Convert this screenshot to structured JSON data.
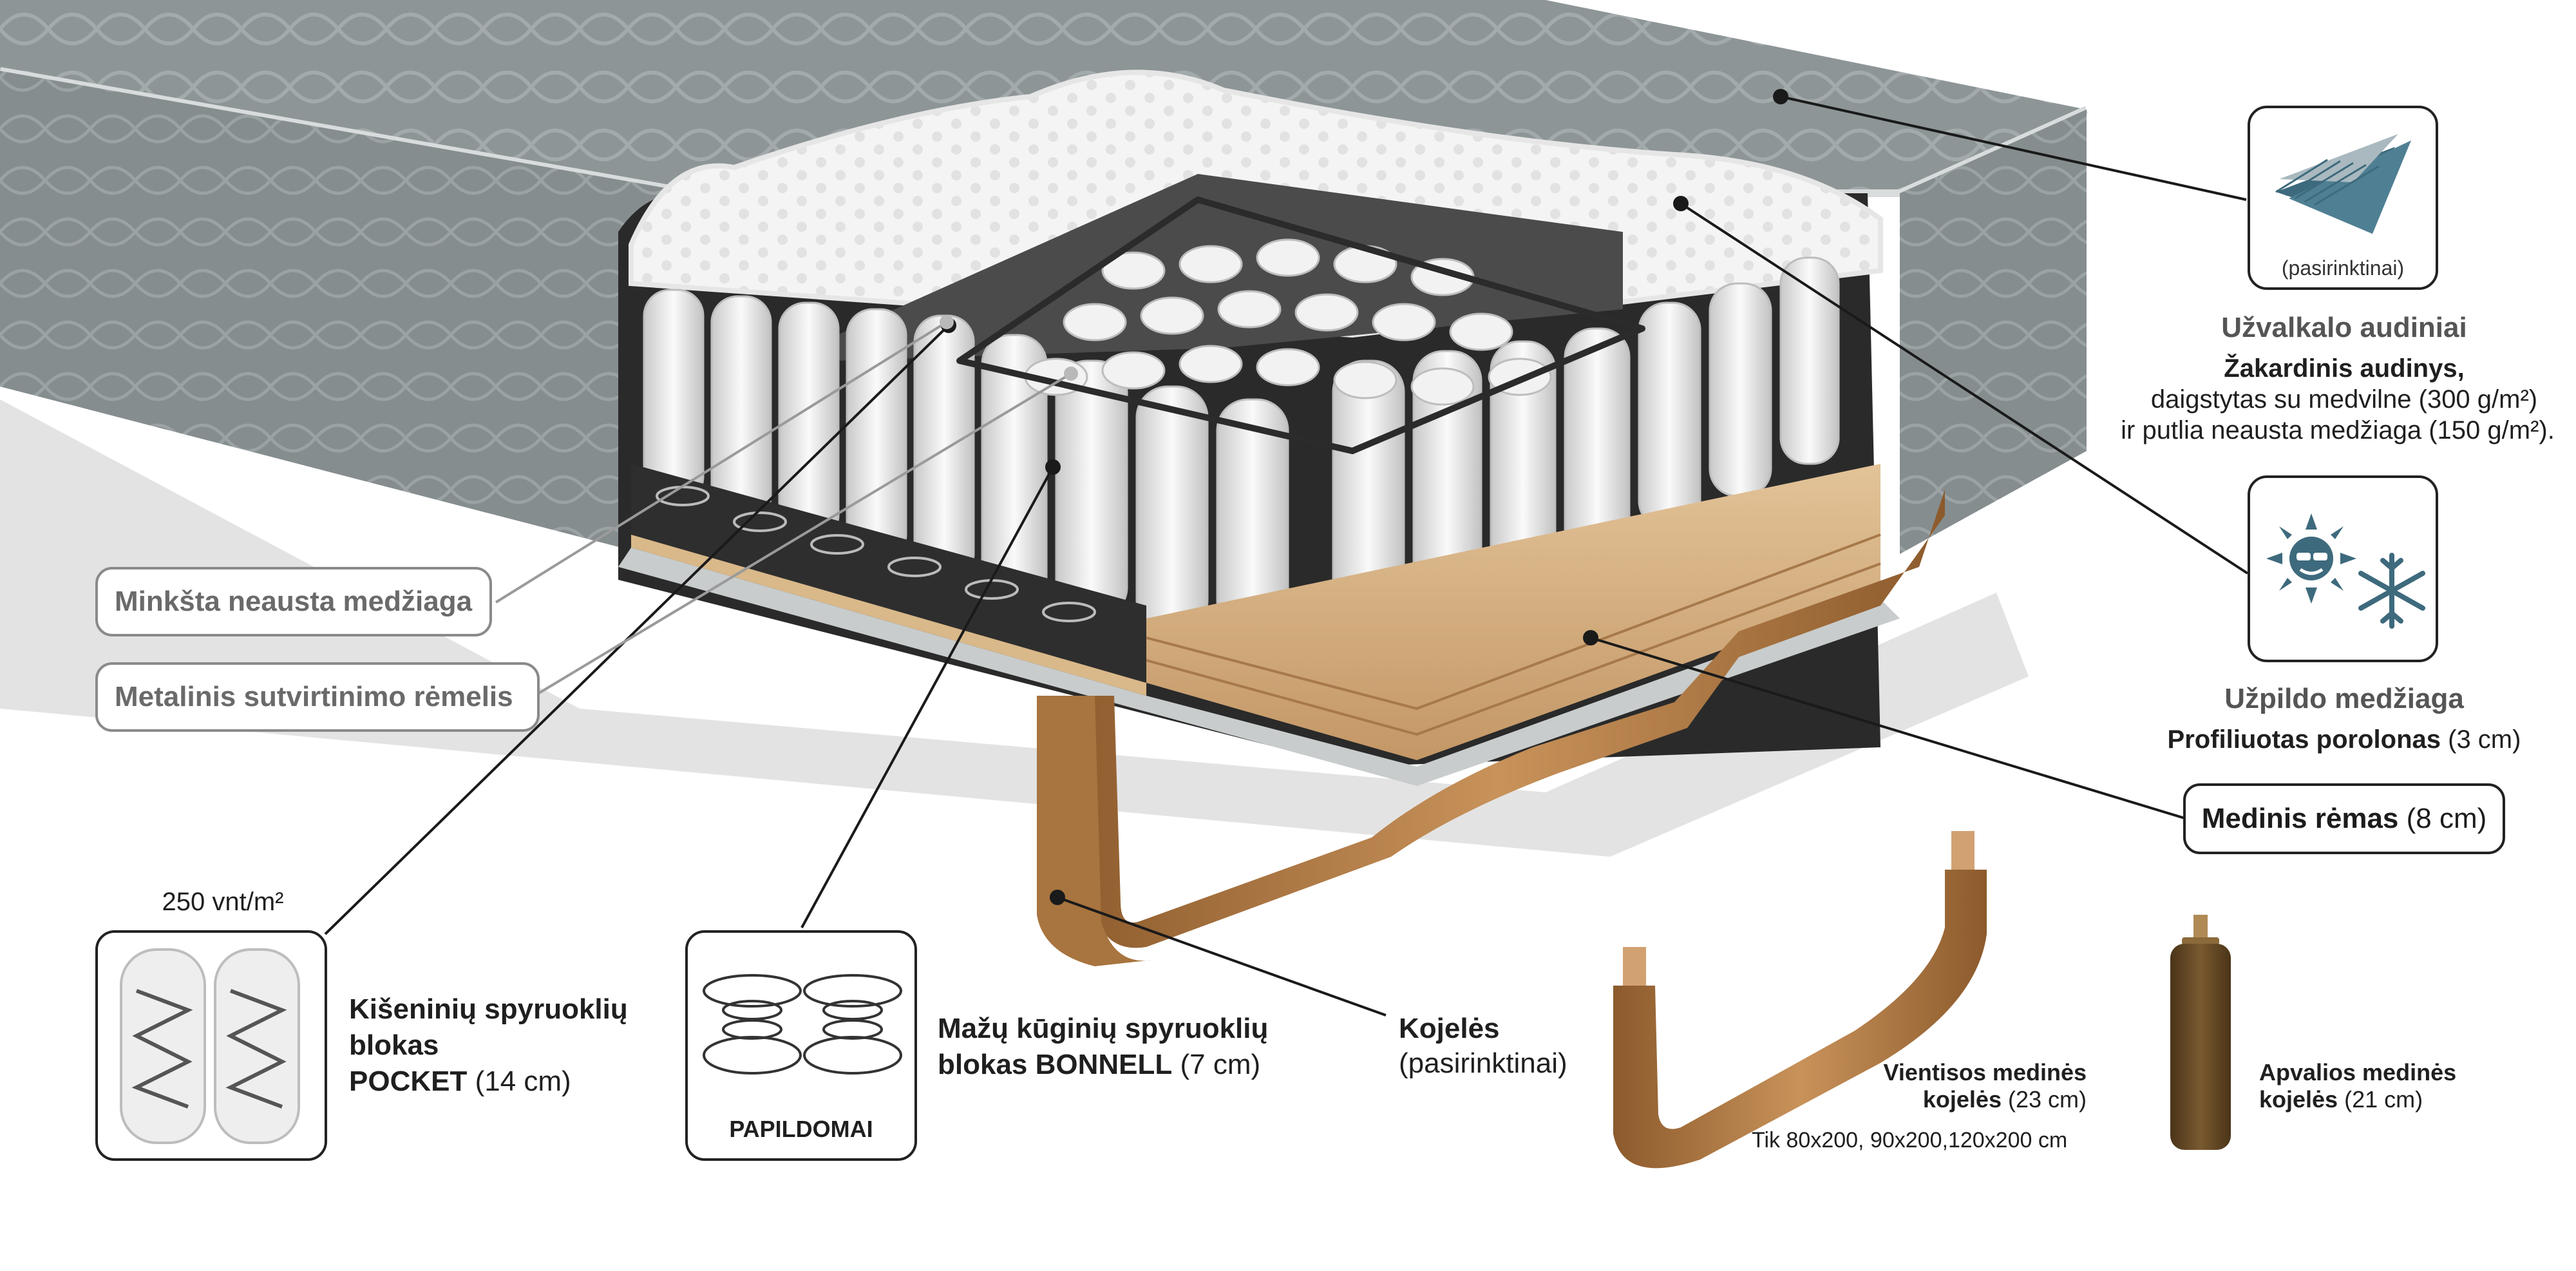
{
  "icons": {
    "fabric": "fabric-layers-icon",
    "sun": "sun-icon",
    "snowflake": "snowflake-icon",
    "pocket": "pocket-spring-icon",
    "bonnell": "bonnell-spring-icon"
  },
  "colors": {
    "fabric_gray": "#8c9496",
    "icon_blue": "#3e6a7d",
    "wood": "#c8925a",
    "leader": "#1a1a1a"
  },
  "labels": {
    "cover": {
      "note": "(pasirinktinai)",
      "title": "Užvalkalo audiniai",
      "line1": "Žakardinis audinys,",
      "line2": "daigstytas su medvilne (300 g/m²)",
      "line3": "ir putlia neausta medžiaga (150 g/m²)."
    },
    "filling": {
      "title": "Užpildo medžiaga",
      "desc_bold": "Profiliuotas porolonas",
      "desc_rest": " (3 cm)"
    },
    "frame": {
      "name": "Medinis rėmas",
      "size": " (8 cm)"
    },
    "soft": "Minkšta neausta medžiaga",
    "metal": "Metalinis sutvirtinimo rėmelis",
    "pocket": {
      "density": "250 vnt/m²",
      "line1": "Kišeninių spyruoklių",
      "line2": "blokas",
      "line3_bold": "POCKET",
      "line3_rest": " (14 cm)"
    },
    "bonnell": {
      "badge": "PAPILDOMAI",
      "line1": "Mažų kūginių spyruoklių",
      "line2_bold": "blokas BONNELL",
      "line2_rest": " (7 cm)"
    },
    "legs": {
      "title": "Kojelės",
      "note": "(pasirinktinai)"
    },
    "solid_legs": {
      "line1": "Vientisos medinės",
      "line2_bold": "kojelės",
      "line2_rest": " (23 cm)",
      "sizes": "Tik 80x200, 90x200,120x200 cm"
    },
    "round_legs": {
      "line1": "Apvalios medinės",
      "line2_bold": "kojelės",
      "line2_rest": " (21 cm)"
    }
  }
}
